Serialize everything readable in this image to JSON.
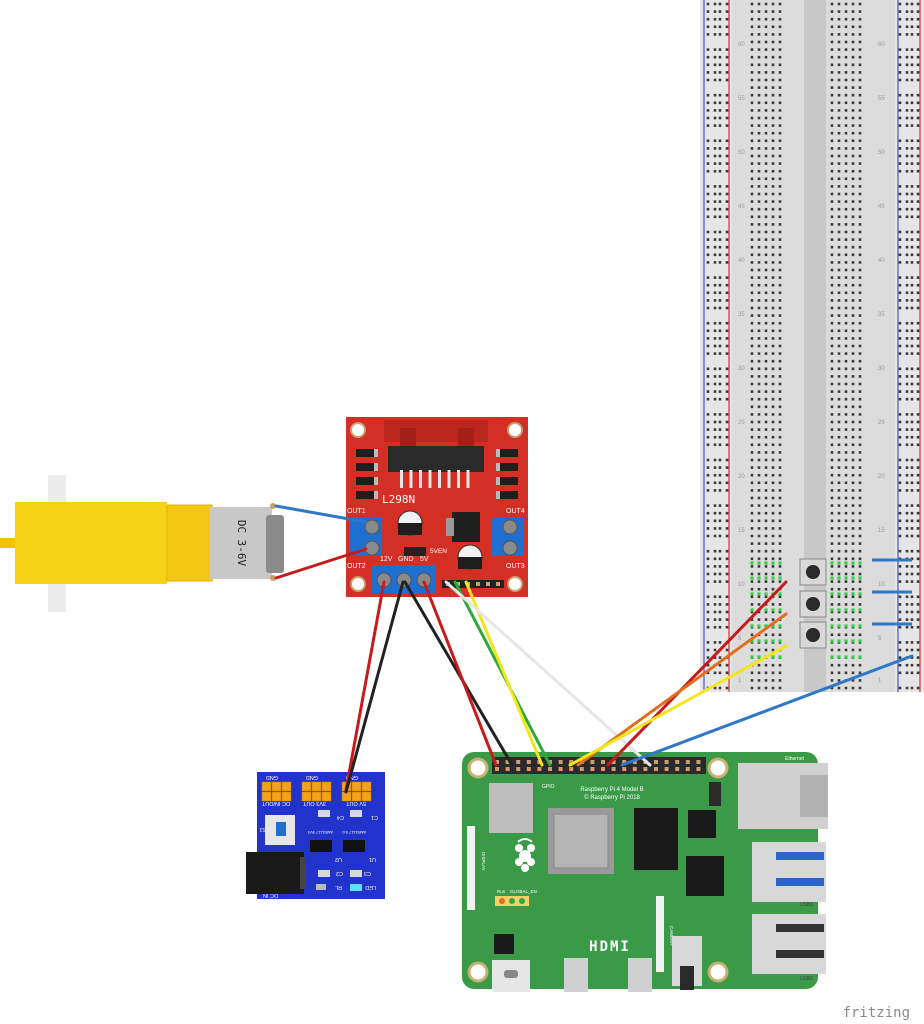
{
  "motor": {
    "label": "DC 3-6V"
  },
  "driver": {
    "chip": "L298N",
    "labels": {
      "out1": "OUT1",
      "out2": "OUT2",
      "out3": "OUT3",
      "out4": "OUT4",
      "v12": "12V",
      "gnd": "GND",
      "v5": "5V",
      "en5v": "5VEN"
    }
  },
  "power_module": {
    "labels": {
      "gnd_tl": "GND",
      "gnd_tm": "GND",
      "gnd_tr": "GND",
      "dcin_out": "DC IN/OUT",
      "out_3v3": "3V3 OUT",
      "out_5v": "5V OUT",
      "s1": "S1",
      "u1": "U1",
      "u2": "U2",
      "c1": "C1",
      "c2": "C2",
      "c3": "C3",
      "c4": "C4",
      "rl": "RL",
      "led": "LED",
      "dcin": "DC IN",
      "reg1": "AMS1117 5.0",
      "reg2": "AMS1117 3V3"
    }
  },
  "pi": {
    "model": "Raspberry Pi 4 Model B",
    "copyright": "© Raspberry Pi 2018",
    "hdmi": "HDMI",
    "ethernet": "Ethernet",
    "usb3": "USB3",
    "usb2": "USB2",
    "gpio": "GPIO",
    "run": "Run",
    "display": "DISPLAY",
    "camera": "CAMERA",
    "global_en": "GLOBAL_EN"
  },
  "breadboard": {
    "row_numbers": [
      "60",
      "55",
      "50",
      "45",
      "40",
      "35",
      "30",
      "25",
      "20",
      "15",
      "10",
      "5",
      "1"
    ]
  },
  "watermark": "fritzing",
  "colors": {
    "board_red": "#d42f24",
    "pi_green": "#3a9a48",
    "module_blue": "#2233cc",
    "motor_yellow": "#f7d117",
    "wire_red": "#c81a1a",
    "wire_black": "#222222",
    "wire_green": "#31a83c",
    "wire_yellow": "#f2e61a",
    "wire_white": "#e6e6e6",
    "wire_blue": "#2f78c8",
    "wire_orange": "#e07020"
  }
}
